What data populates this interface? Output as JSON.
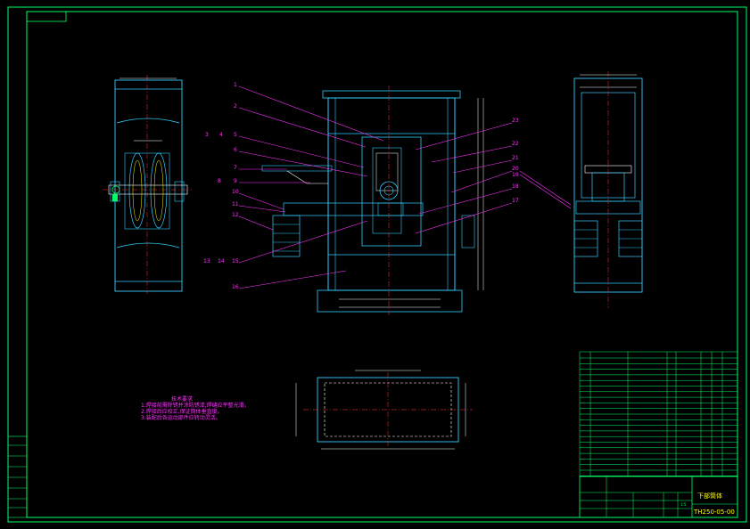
{
  "title_block": {
    "drawing_name": "下部筒体",
    "drawing_number": "TH250-05-00",
    "scale": "1:5"
  },
  "part_labels_left": [
    "1",
    "2",
    "3",
    "4",
    "5",
    "6",
    "7",
    "8",
    "9",
    "10",
    "11",
    "12",
    "13",
    "14",
    "15",
    "16"
  ],
  "part_labels_right": [
    "23",
    "22",
    "21",
    "20",
    "19",
    "18",
    "17"
  ],
  "notes": {
    "heading": "技术要求",
    "lines": [
      "1.焊接前需除锈并涂防锈漆,焊缝应平整光滑。",
      "2.焊接后应校正,保证筒体垂直度。",
      "3.装配后各运动部件应转动灵活。"
    ]
  },
  "colors": {
    "frame": "#00ff66",
    "outline": "#33ccff",
    "leader": "#ff33ff",
    "center": "#ff3333",
    "dimension": "#ffffff"
  }
}
